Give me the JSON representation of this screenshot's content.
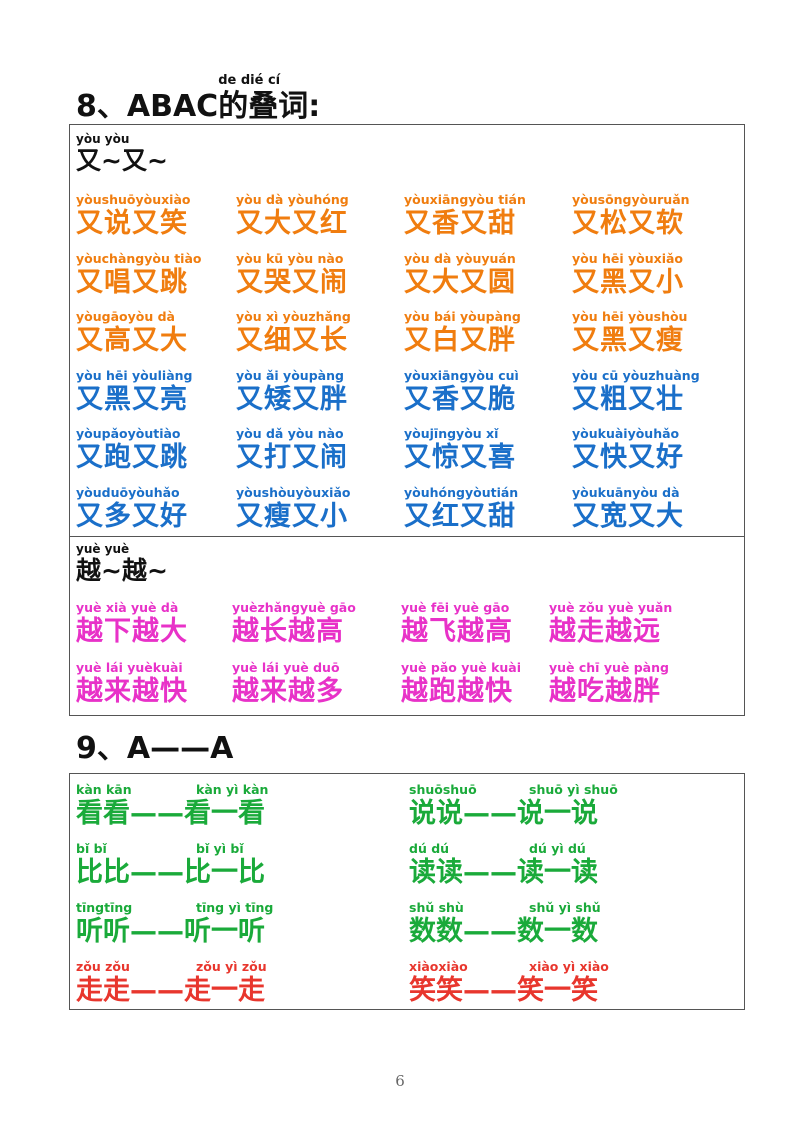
{
  "colors": {
    "orange": "#f07d0f",
    "blue": "#1a6fc9",
    "pink": "#e832c8",
    "green": "#1aaa3a",
    "red": "#e8362d"
  },
  "section8": {
    "number": "8、",
    "abac": "ABAC",
    "word": "的叠词",
    "word_pinyin": "de dié  cí",
    "colon": ":"
  },
  "you_group": {
    "sub_pinyin": "yòu   yòu",
    "sub_label": "又~又~",
    "items": [
      {
        "py": "yòushuōyòuxiào",
        "hz": "又说又笑",
        "color": "orange"
      },
      {
        "py": "yòu dà yòuhóng",
        "hz": "又大又红",
        "color": "orange"
      },
      {
        "py": "yòuxiāngyòu tián",
        "hz": "又香又甜",
        "color": "orange"
      },
      {
        "py": "yòusōngyòuruǎn",
        "hz": "又松又软",
        "color": "orange"
      },
      {
        "py": "yòuchàngyòu tiào",
        "hz": "又唱又跳",
        "color": "orange"
      },
      {
        "py": "yòu kū yòu nào",
        "hz": "又哭又闹",
        "color": "orange"
      },
      {
        "py": "yòu dà yòuyuán",
        "hz": "又大又圆",
        "color": "orange"
      },
      {
        "py": "yòu hēi yòuxiǎo",
        "hz": "又黑又小",
        "color": "orange"
      },
      {
        "py": "yòugāoyòu dà",
        "hz": "又高又大",
        "color": "orange"
      },
      {
        "py": "yòu  xì  yòuzhǎng",
        "hz": "又细又长",
        "color": "orange"
      },
      {
        "py": "yòu bái yòupàng",
        "hz": "又白又胖",
        "color": "orange"
      },
      {
        "py": "yòu hēi yòushòu",
        "hz": "又黑又瘦",
        "color": "orange"
      },
      {
        "py": "yòu hēi yòuliàng",
        "hz": "又黑又亮",
        "color": "blue"
      },
      {
        "py": "yòu  ǎi  yòupàng",
        "hz": "又矮又胖",
        "color": "blue"
      },
      {
        "py": "yòuxiāngyòu cuì",
        "hz": "又香又脆",
        "color": "blue"
      },
      {
        "py": "yòu  cū  yòuzhuàng",
        "hz": "又粗又壮",
        "color": "blue"
      },
      {
        "py": "yòupǎoyòutiào",
        "hz": "又跑又跳",
        "color": "blue"
      },
      {
        "py": "yòu dǎ yòu nào",
        "hz": "又打又闹",
        "color": "blue"
      },
      {
        "py": "yòujīngyòu  xǐ",
        "hz": "又惊又喜",
        "color": "blue"
      },
      {
        "py": "yòukuàiyòuhǎo",
        "hz": "又快又好",
        "color": "blue"
      },
      {
        "py": "yòuduōyòuhǎo",
        "hz": "又多又好",
        "color": "blue"
      },
      {
        "py": "yòushòuyòuxiǎo",
        "hz": "又瘦又小",
        "color": "blue"
      },
      {
        "py": "yòuhóngyòutián",
        "hz": "又红又甜",
        "color": "blue"
      },
      {
        "py": "yòukuānyòu dà",
        "hz": "又宽又大",
        "color": "blue"
      }
    ]
  },
  "yue_group": {
    "sub_pinyin": "yuè   yuè",
    "sub_label": "越~越~",
    "items": [
      {
        "py": "yuè xià yuè dà",
        "hz": "越下越大",
        "color": "pink"
      },
      {
        "py": "yuèzhǎngyuè gāo",
        "hz": "越长越高",
        "color": "pink"
      },
      {
        "py": "yuè  fēi  yuè gāo",
        "hz": "越飞越高",
        "color": "pink"
      },
      {
        "py": "yuè zǒu yuè yuǎn",
        "hz": "越走越远",
        "color": "pink"
      },
      {
        "py": "yuè  lái  yuèkuài",
        "hz": "越来越快",
        "color": "pink"
      },
      {
        "py": "yuè  lái  yuè duō",
        "hz": "越来越多",
        "color": "pink"
      },
      {
        "py": "yuè pǎo yuè kuài",
        "hz": "越跑越快",
        "color": "pink"
      },
      {
        "py": "yuè chī yuè pàng",
        "hz": "越吃越胖",
        "color": "pink"
      }
    ]
  },
  "section9": {
    "title": "9、A——A",
    "items": [
      {
        "py1": "kàn kān",
        "py2": "kàn  yì  kàn",
        "hz": "看看——看一看",
        "color": "green"
      },
      {
        "py1": "shuōshuō",
        "py2": "shuō  yì  shuō",
        "hz": "说说——说一说",
        "color": "green"
      },
      {
        "py1": "bǐ   bǐ",
        "py2": "bǐ   yì   bǐ",
        "hz": "比比——比一比",
        "color": "green"
      },
      {
        "py1": "dú  dú",
        "py2": "dú   yì   dú",
        "hz": "读读——读一读",
        "color": "green"
      },
      {
        "py1": "tīngtīng",
        "py2": "tīng  yì  tīng",
        "hz": "听听——听一听",
        "color": "green"
      },
      {
        "py1": "shǔ shù",
        "py2": "shǔ  yì  shǔ",
        "hz": "数数——数一数",
        "color": "green"
      },
      {
        "py1": "zǒu zǒu",
        "py2": "zǒu  yì  zǒu",
        "hz": "走走——走一走",
        "color": "red"
      },
      {
        "py1": "xiàoxiào",
        "py2": "xiào  yì  xiào",
        "hz": "笑笑——笑一笑",
        "color": "red"
      }
    ]
  },
  "page_number": "6"
}
